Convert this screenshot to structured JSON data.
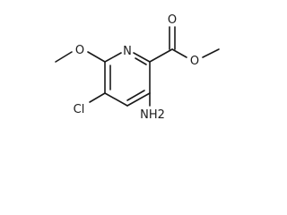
{
  "molecule": {
    "atoms": {
      "ring_nitrogen": "N",
      "ester_carbonyl_oxygen": "O",
      "ester_ether_oxygen": "O",
      "methoxy_oxygen": "O",
      "chlorine": "Cl",
      "amino": "NH2"
    }
  }
}
